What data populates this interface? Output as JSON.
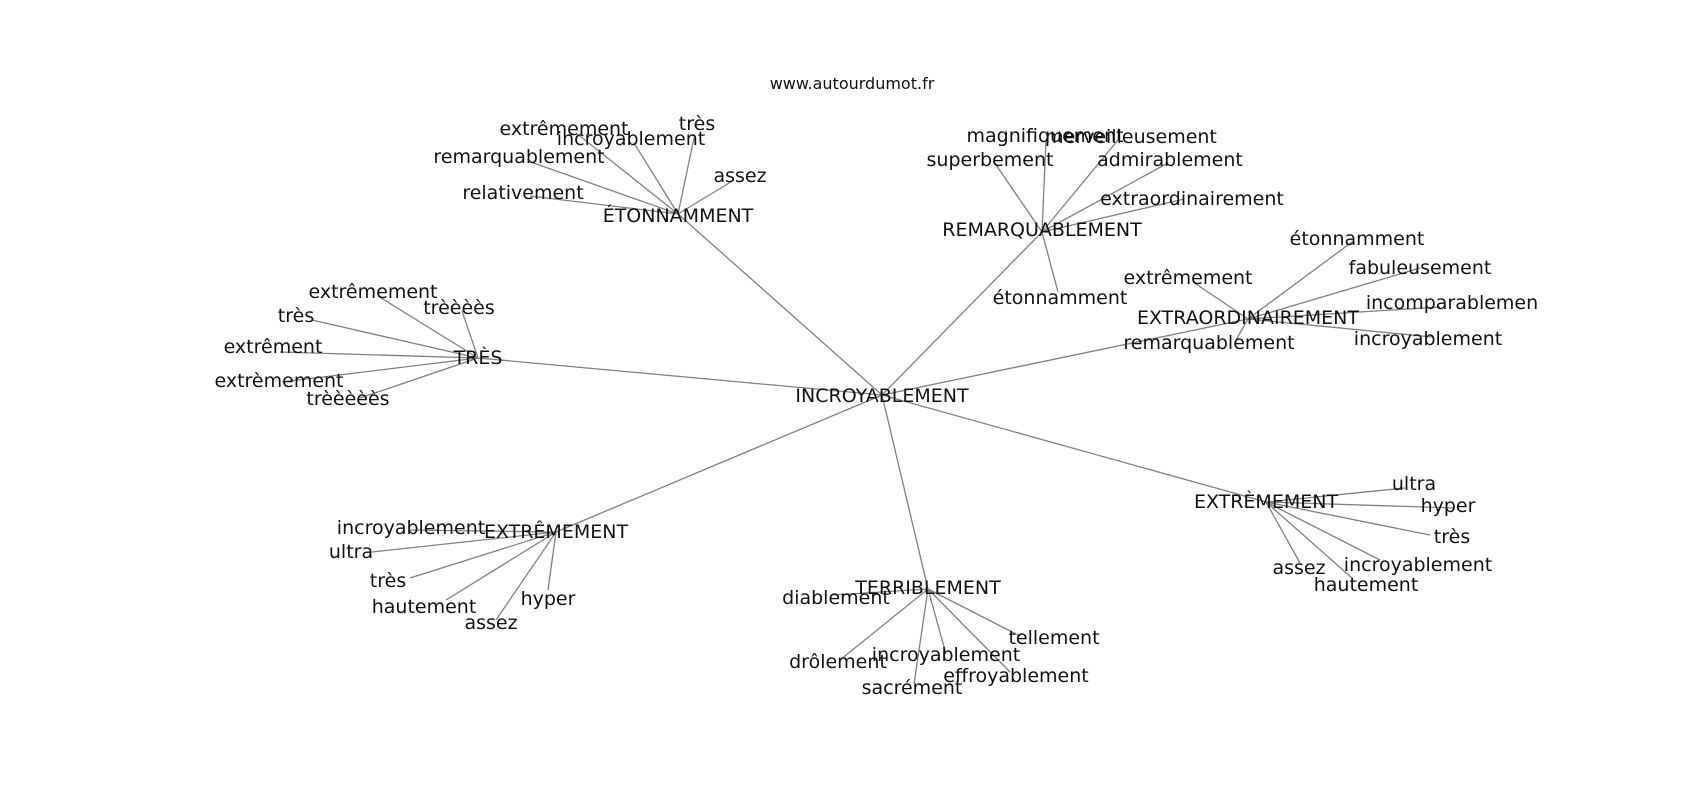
{
  "source": "www.autourdumot.fr",
  "graph": {
    "center": "INCROYABLEMENT",
    "branches": [
      {
        "label": "ÉTONNAMMENT",
        "leaves": [
          "extrêmement",
          "incroyablement",
          "très",
          "remarquablement",
          "assez",
          "relativement"
        ]
      },
      {
        "label": "REMARQUABLEMENT",
        "leaves": [
          "magnifiquement",
          "merveilleusement",
          "superbement",
          "admirablement",
          "extraordinairement",
          "étonnamment"
        ]
      },
      {
        "label": "EXTRAORDINAIREMENT",
        "leaves": [
          "étonnamment",
          "fabuleusement",
          "extrêmement",
          "incomparablemen",
          "incroyablement",
          "remarquablement"
        ]
      },
      {
        "label": "TRÈS",
        "leaves": [
          "extrêmement",
          "trèèèès",
          "très",
          "extrêment",
          "extrèmement",
          "trèèèèès"
        ]
      },
      {
        "label": "EXTRÊMEMENT",
        "leaves": [
          "incroyablement",
          "ultra",
          "très",
          "hautement",
          "assez",
          "hyper"
        ]
      },
      {
        "label": "TERRIBLEMENT",
        "leaves": [
          "diablement",
          "tellement",
          "drôlement",
          "incroyablement",
          "effroyablement",
          "sacrément"
        ]
      },
      {
        "label": "EXTRÈMEMENT",
        "leaves": [
          "ultra",
          "hyper",
          "très",
          "assez",
          "incroyablement",
          "hautement"
        ]
      }
    ]
  }
}
